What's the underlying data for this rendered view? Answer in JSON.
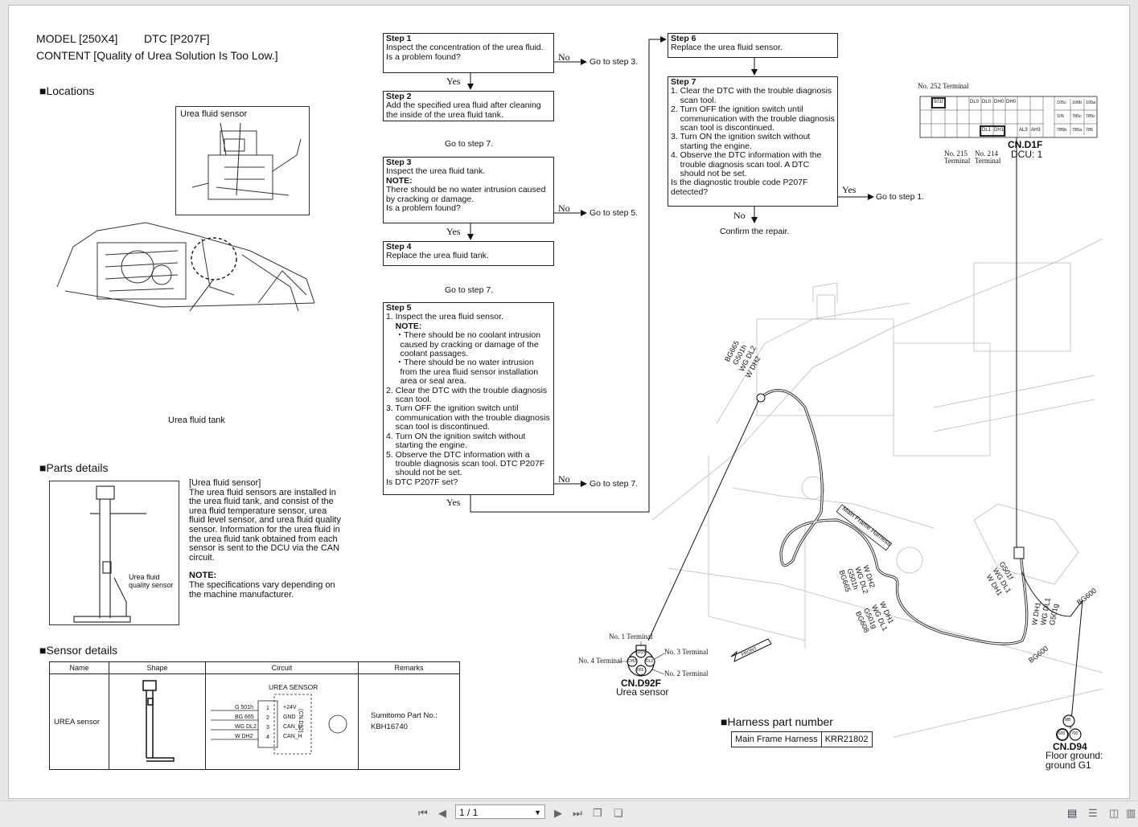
{
  "header": {
    "model": "MODEL [250X4]",
    "dtc": "DTC [P207F]",
    "content": "CONTENT [Quality of Urea Solution Is Too Low.]"
  },
  "sections": {
    "locations": "■Locations",
    "parts": "■Parts details",
    "sensor": "■Sensor details",
    "harness": "■Harness part number"
  },
  "locations": {
    "urea_fluid_sensor": "Urea fluid sensor",
    "urea_fluid_tank": "Urea fluid tank"
  },
  "parts": {
    "title": "[Urea fluid sensor]",
    "body": [
      "The urea fluid sensors are installed in",
      "the urea fluid tank, and consist of the",
      "urea fluid temperature sensor, urea",
      "fluid level sensor, and urea fluid quality",
      "sensor. Information for the urea fluid in",
      "the urea fluid tank obtained from each",
      "sensor is sent to the DCU via the CAN",
      "circuit."
    ],
    "note_label": "NOTE:",
    "note": [
      "The specifications vary depending on",
      "the machine manufacturer."
    ],
    "callout": [
      "Urea fluid",
      "quality sensor"
    ]
  },
  "sensor_table": {
    "headers": [
      "Name",
      "Shape",
      "Circuit",
      "Remarks"
    ],
    "name": "UREA sensor",
    "circuit_title": "UREA SENSOR",
    "wires": [
      "G 501h",
      "BG 665",
      "WG DL2",
      "W DH2"
    ],
    "pins": [
      "1",
      "2",
      "3",
      "4"
    ],
    "signals": [
      "+24V",
      "GND",
      "CAN_L",
      "CAN_H"
    ],
    "connector": "(CN.D92)",
    "remarks": [
      "Sumitomo Part No.:",
      "KBH16740"
    ]
  },
  "flow": {
    "step1": [
      "Step 1",
      "Inspect the concentration of the urea fluid.",
      "",
      "Is a problem found?"
    ],
    "step2": [
      "Step 2",
      "Add the specified urea fluid after cleaning",
      "the inside of the urea fluid tank."
    ],
    "step3": [
      "Step 3",
      "Inspect the urea fluid tank.",
      "NOTE:",
      "There should be no water intrusion caused",
      "by cracking or damage.",
      "",
      "Is a problem found?"
    ],
    "step4": [
      "Step 4",
      "Replace the urea fluid tank."
    ],
    "step5": [
      "Step 5",
      "1. Inspect the urea fluid sensor.",
      "    NOTE:",
      "    ・There should be no coolant intrusion",
      "      caused by cracking or damage of the",
      "      coolant passages.",
      "    ・There should be no water intrusion",
      "      from the urea fluid sensor installation",
      "      area or seal area.",
      "2. Clear the DTC with the trouble diagnosis",
      "    scan tool.",
      "3. Turn OFF the ignition switch until",
      "    communication with the trouble diagnosis",
      "    scan tool is discontinued.",
      "4. Turn ON the ignition switch without",
      "    starting the engine.",
      "5. Observe the DTC information with a",
      "    trouble diagnosis scan tool. DTC P207F",
      "    should not be set.",
      "",
      "Is DTC P207F set?"
    ],
    "step6": [
      "Step 6",
      "Replace the urea fluid sensor."
    ],
    "step7": [
      "Step 7",
      "1. Clear the DTC with the trouble diagnosis",
      "    scan tool.",
      "2. Turn OFF the ignition switch until",
      "    communication with the trouble diagnosis",
      "    scan tool is discontinued.",
      "3. Turn ON the ignition switch without",
      "    starting the engine.",
      "4. Observe the DTC information with the",
      "    trouble diagnosis scan tool. A DTC",
      "    should not be set.",
      "",
      "Is the diagnostic trouble code P207F",
      "detected?"
    ],
    "no": "No",
    "yes": "Yes",
    "go3": "Go to step 3.",
    "go5": "Go to step 5.",
    "go7": "Go to step 7.",
    "go1": "Go to step 1.",
    "confirm": "Confirm the repair."
  },
  "diagram": {
    "no252": "No. 252 Terminal",
    "dcu_cells_top": [
      "501f",
      "DL0",
      "DL0",
      "DH0",
      "DH0"
    ],
    "dcu_cells_bottom": [
      "DL1",
      "DH1",
      "AL3",
      "AH3"
    ],
    "dcu_right": [
      [
        "105c",
        "106b",
        "105a"
      ],
      [
        "105",
        "785c",
        "785c"
      ],
      [
        "785b",
        "785a",
        "785"
      ]
    ],
    "no215": [
      "No. 215",
      "Terminal"
    ],
    "no214": [
      "No. 214",
      "Terminal"
    ],
    "cn_d1f": "CN.D1F",
    "dcu": "DCU: 1",
    "wires_top": [
      "BG665",
      "G501h",
      "WG DL2",
      "W DH2"
    ],
    "main_frame_harness": "Main Frame Harness",
    "wires_mid": [
      "W DH2",
      "WG DL2",
      "G501h",
      "BG665"
    ],
    "wires_mid2": [
      "W DH1",
      "WG DL1",
      "G501g",
      "BG608"
    ],
    "wires_right": [
      "G501f",
      "WG DL1",
      "W DH1"
    ],
    "wires_right2": [
      "W DH1",
      "WG DL1",
      "G501g"
    ],
    "bg600a": "BG600",
    "bg600b": "BG600",
    "front": "FRONT",
    "no1": "No. 1 Terminal",
    "no2": "No. 2 Terminal",
    "no3": "No. 3 Terminal",
    "no4": "No. 4 Terminal",
    "d92_pins": [
      "501h",
      "DL2",
      "665",
      "DH2"
    ],
    "cn_d92f": "CN.D92F",
    "urea_sensor": "Urea sensor",
    "cn_d94": "CN.D94",
    "d94_pins": [
      "MB",
      "600",
      "700"
    ],
    "floor": [
      "Floor ground:",
      "ground G1"
    ]
  },
  "harness_table": {
    "name": "Main Frame Harness",
    "part": "KRR21802"
  },
  "toolbar": {
    "page": "1 / 1"
  }
}
